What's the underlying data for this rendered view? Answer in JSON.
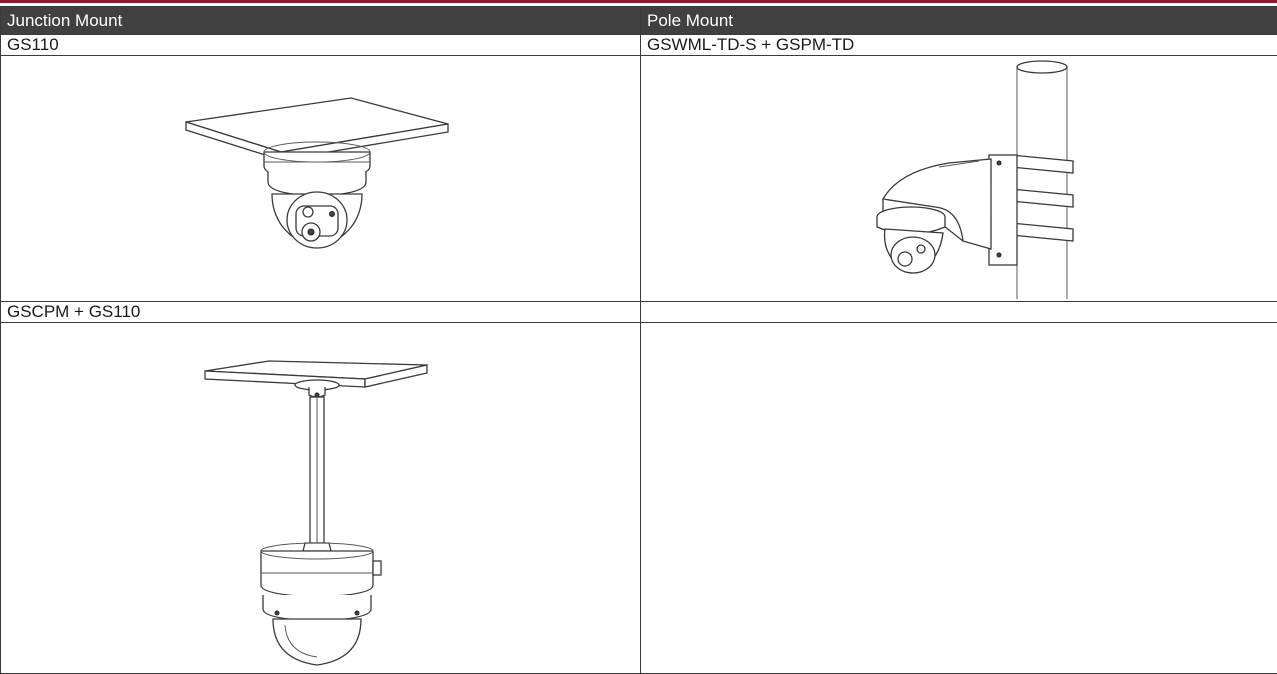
{
  "table": {
    "headers": {
      "left": "Junction Mount",
      "right": "Pole Mount"
    },
    "rows": [
      {
        "left": "GS110",
        "right": "GSWML-TD-S + GSPM-TD"
      },
      {
        "left": "GSCPM + GS110",
        "right": ""
      }
    ]
  },
  "icons": {
    "junction_mount": "junction-mount-camera-drawing",
    "pole_mount": "pole-mount-camera-drawing",
    "pendant_mount": "pendant-mount-camera-drawing"
  },
  "colors": {
    "header_bg": "#404040",
    "header_text": "#ffffff",
    "border": "#3a3a3a",
    "top_rule": "#8b1a2b"
  }
}
